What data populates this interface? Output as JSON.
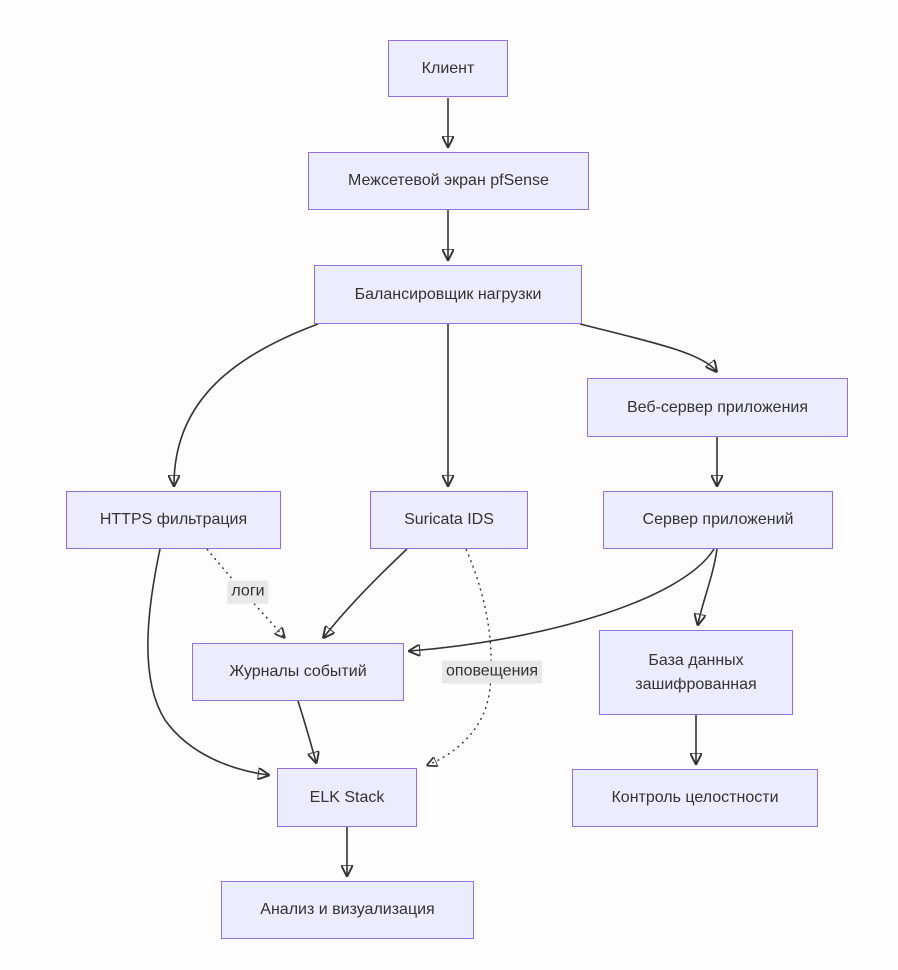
{
  "diagram": {
    "type": "flowchart",
    "direction": "top-down",
    "colors": {
      "node_fill": "#ECECFF",
      "node_border": "#9370DB",
      "edge_stroke": "#333333",
      "edge_label_bg": "#e8e8e8",
      "text": "#333333",
      "background": "#fdfdfd"
    },
    "nodes": [
      {
        "id": "client",
        "label": "Клиент"
      },
      {
        "id": "firewall",
        "label": "Межсетевой экран pfSense"
      },
      {
        "id": "balancer",
        "label": "Балансировщик нагрузки"
      },
      {
        "id": "webserver",
        "label": "Веб-сервер приложения"
      },
      {
        "id": "https_filter",
        "label": "HTTPS фильтрация"
      },
      {
        "id": "suricata",
        "label": "Suricata IDS"
      },
      {
        "id": "appserver",
        "label": "Сервер приложений"
      },
      {
        "id": "logs",
        "label": "Журналы событий"
      },
      {
        "id": "db",
        "label": "База данных зашифрованная"
      },
      {
        "id": "elk",
        "label": "ELK Stack"
      },
      {
        "id": "integrity",
        "label": "Контроль целостности"
      },
      {
        "id": "analysis",
        "label": "Анализ и визуализация"
      }
    ],
    "edges": [
      {
        "from": "client",
        "to": "firewall",
        "style": "solid",
        "label": ""
      },
      {
        "from": "firewall",
        "to": "balancer",
        "style": "solid",
        "label": ""
      },
      {
        "from": "balancer",
        "to": "https_filter",
        "style": "solid",
        "label": ""
      },
      {
        "from": "balancer",
        "to": "suricata",
        "style": "solid",
        "label": ""
      },
      {
        "from": "balancer",
        "to": "webserver",
        "style": "solid",
        "label": ""
      },
      {
        "from": "webserver",
        "to": "appserver",
        "style": "solid",
        "label": ""
      },
      {
        "from": "https_filter",
        "to": "logs",
        "style": "dotted",
        "label": "логи"
      },
      {
        "from": "https_filter",
        "to": "elk",
        "style": "solid",
        "label": ""
      },
      {
        "from": "suricata",
        "to": "logs",
        "style": "solid",
        "label": ""
      },
      {
        "from": "suricata",
        "to": "elk",
        "style": "dotted",
        "label": "оповещения"
      },
      {
        "from": "appserver",
        "to": "logs",
        "style": "solid",
        "label": ""
      },
      {
        "from": "appserver",
        "to": "db",
        "style": "solid",
        "label": ""
      },
      {
        "from": "logs",
        "to": "elk",
        "style": "solid",
        "label": ""
      },
      {
        "from": "db",
        "to": "integrity",
        "style": "solid",
        "label": ""
      },
      {
        "from": "elk",
        "to": "analysis",
        "style": "solid",
        "label": ""
      }
    ]
  }
}
